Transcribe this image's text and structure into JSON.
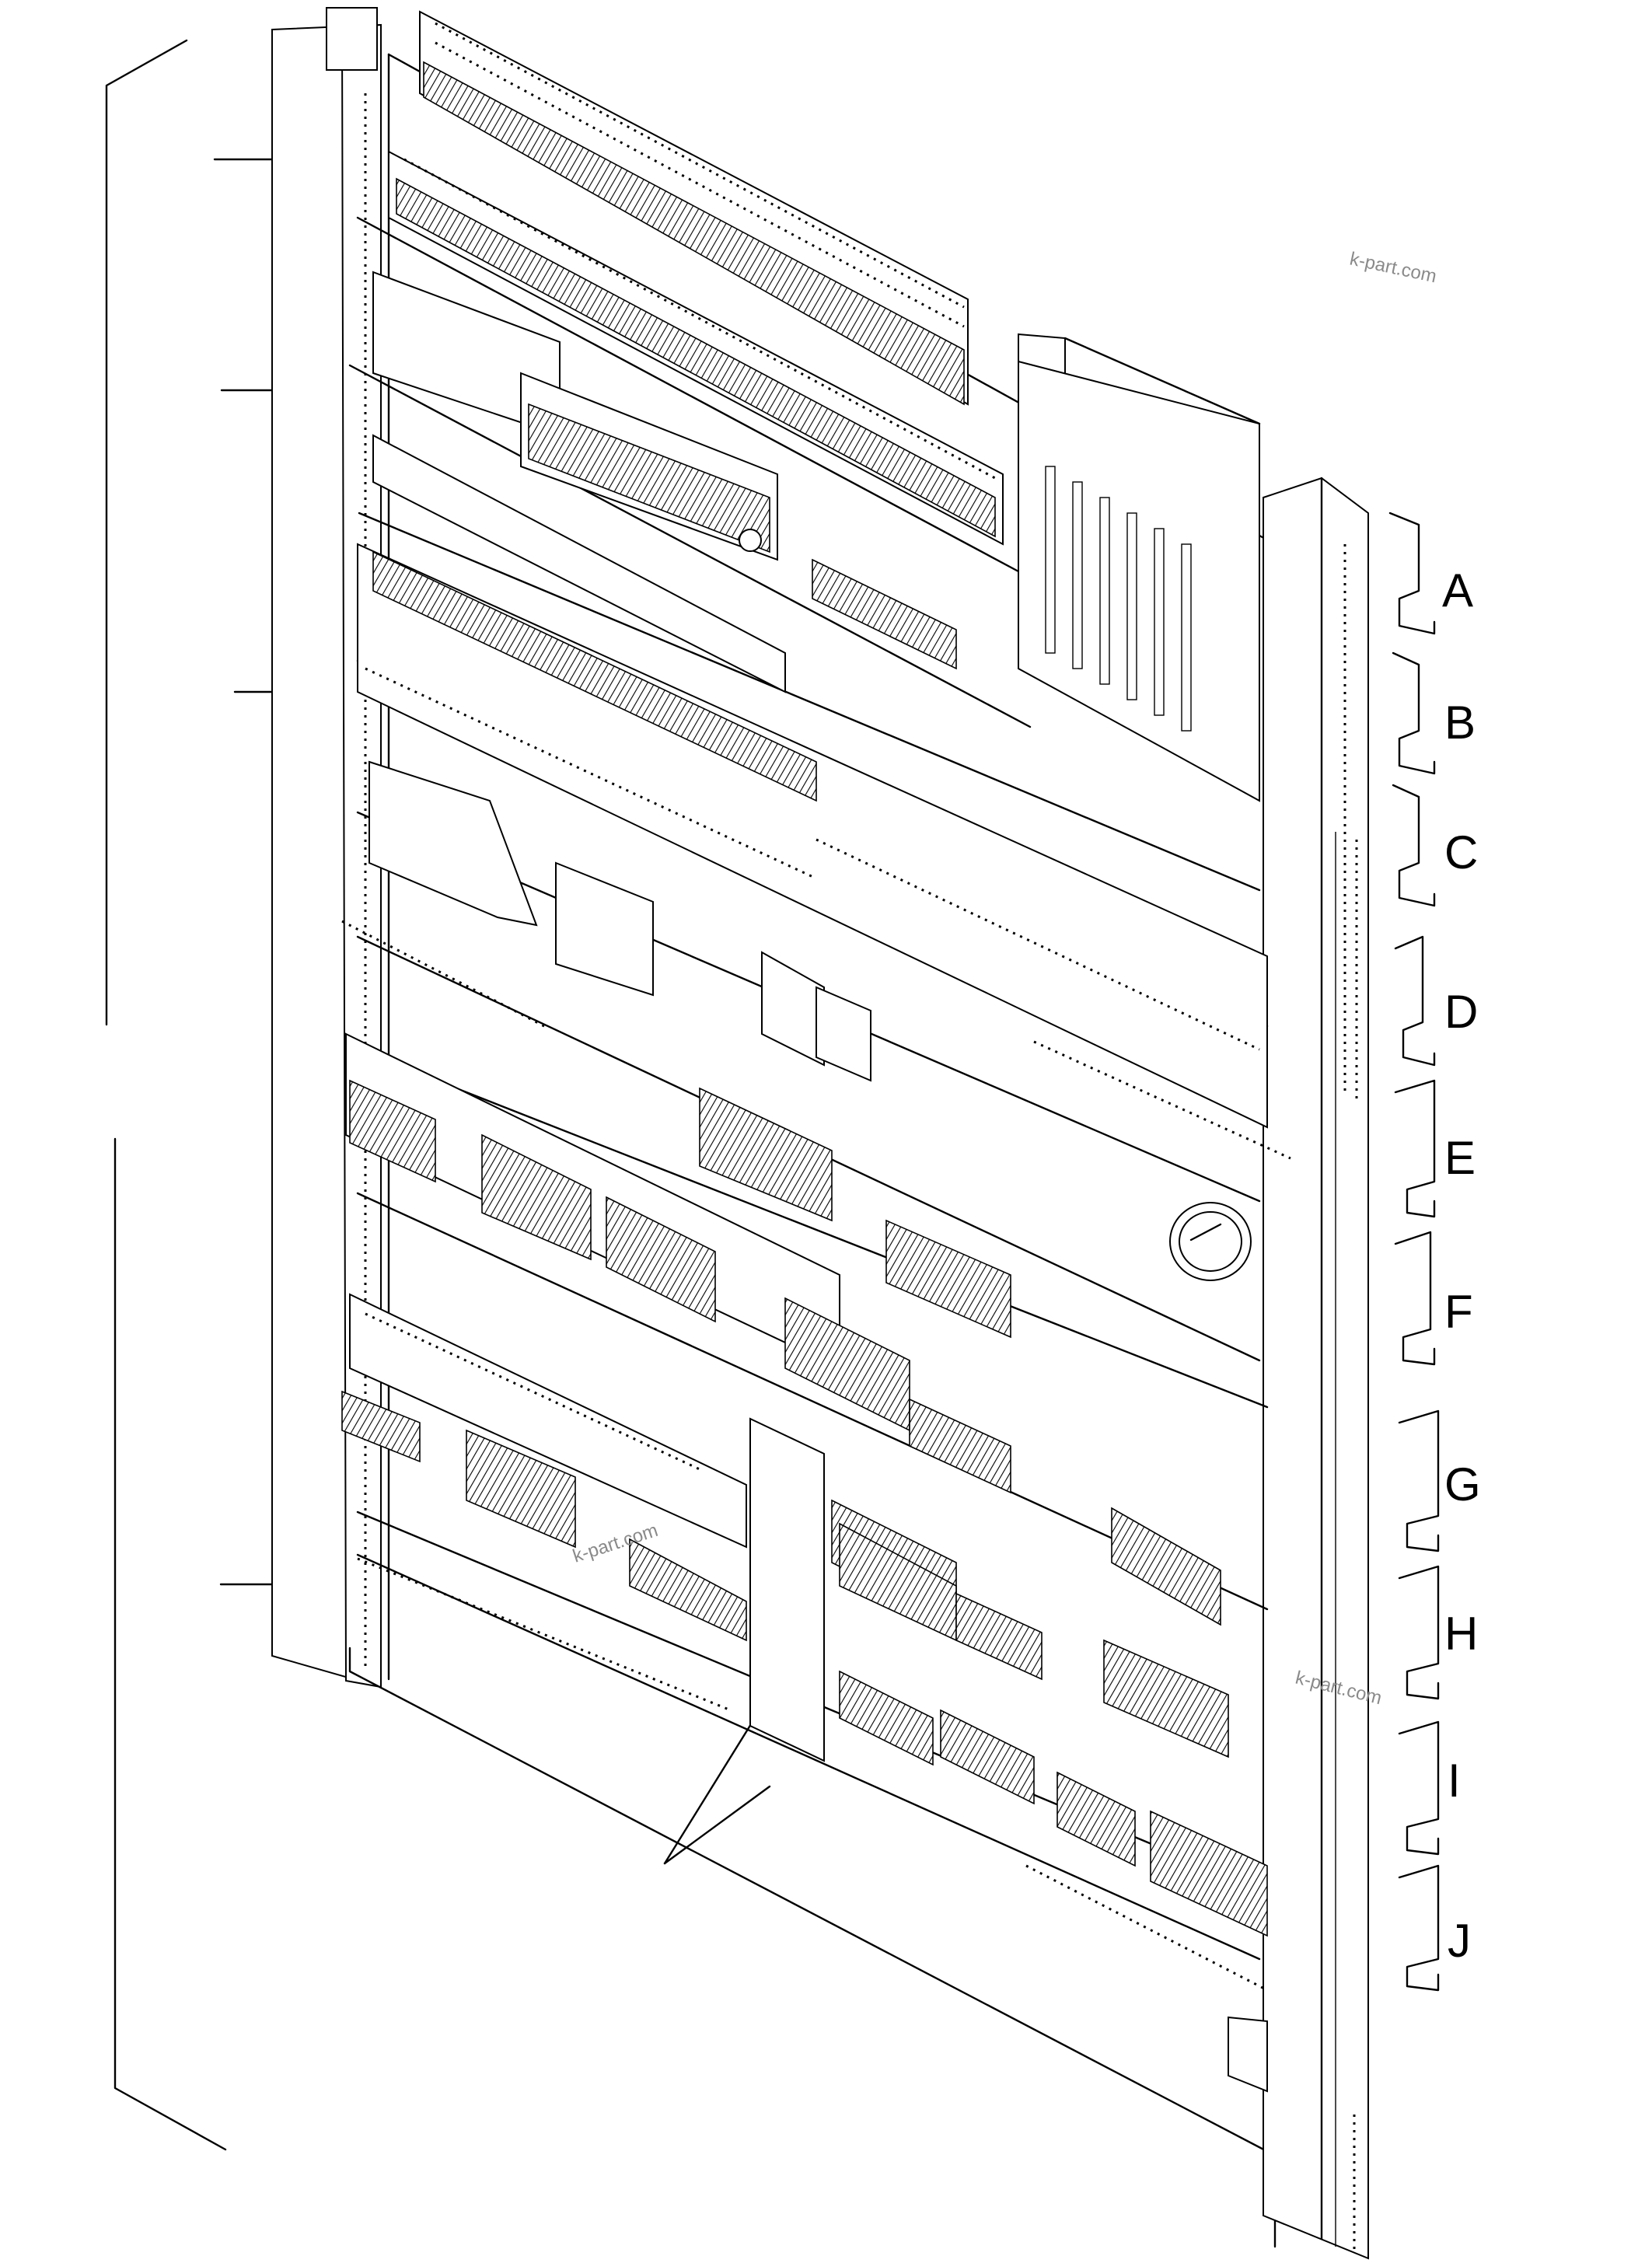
{
  "row_labels": [
    "A",
    "B",
    "C",
    "D",
    "E",
    "F",
    "G",
    "H",
    "I",
    "J"
  ],
  "watermarks": [
    "k-part.com",
    "k-part.com",
    "k-part.com"
  ]
}
